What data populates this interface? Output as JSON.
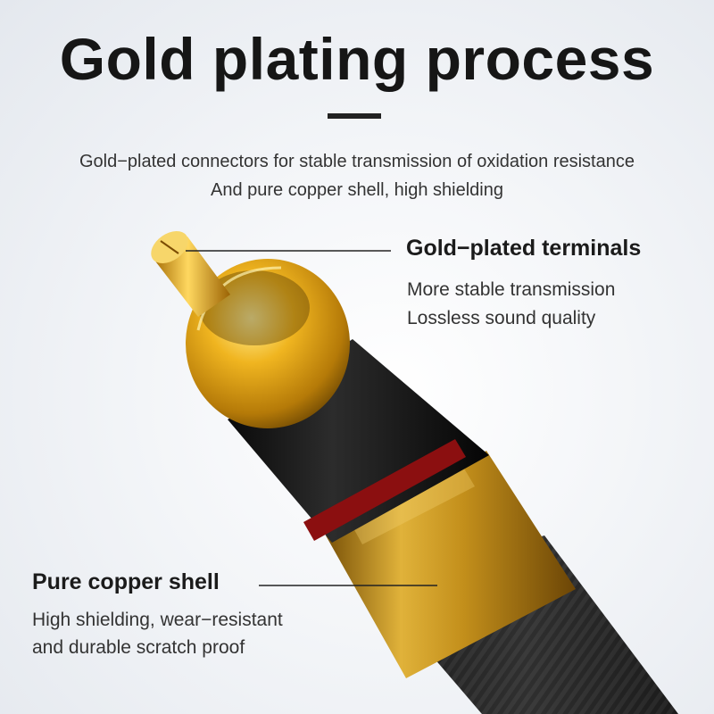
{
  "header": {
    "title": "Gold plating process",
    "subtitle_line1": "Gold−plated connectors for stable transmission of oxidation resistance",
    "subtitle_line2": "And pure copper shell, high shielding"
  },
  "callouts": [
    {
      "title": "Gold−plated terminals",
      "line1": "More stable transmission",
      "line2": "Lossless sound quality"
    },
    {
      "title": "Pure copper shell",
      "line1": "High shielding, wear−resistant",
      "line2": "and durable scratch proof"
    }
  ],
  "colors": {
    "gold": "#d9a21c",
    "black_shell": "#141414",
    "red_ring": "#8b0f10",
    "headline": "#161616"
  }
}
